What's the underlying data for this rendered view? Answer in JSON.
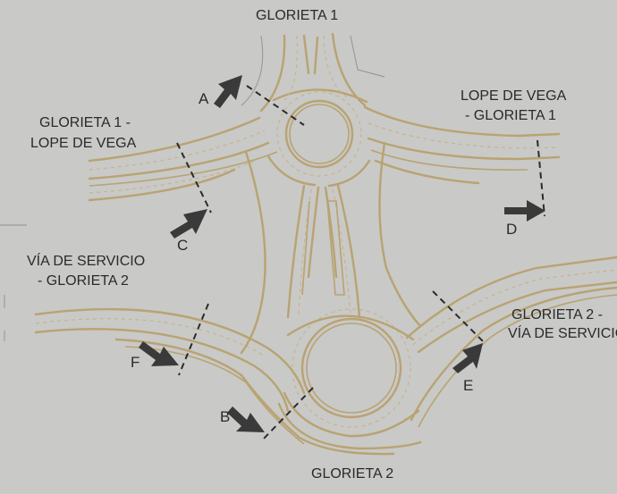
{
  "labels": {
    "top_title": "GLORIETA 1",
    "bottom_title": "GLORIETA 2",
    "g1_lope_line1": "GLORIETA 1 -",
    "g1_lope_line2": "LOPE DE VEGA",
    "lope_g1_line1": "LOPE DE VEGA",
    "lope_g1_line2": "- GLORIETA 1",
    "via_g2_line1": "VÍA DE SERVICIO",
    "via_g2_line2": "- GLORIETA 2",
    "g2_via_line1": "GLORIETA 2 -",
    "g2_via_line2": "VÍA DE SERVICIO"
  },
  "sections": [
    "A",
    "B",
    "C",
    "D",
    "E",
    "F"
  ],
  "colors": {
    "background": "#c9c9c7",
    "road": "#b8a372",
    "arrow": "#3a3a3a",
    "cut_line": "#2b2b2b"
  }
}
